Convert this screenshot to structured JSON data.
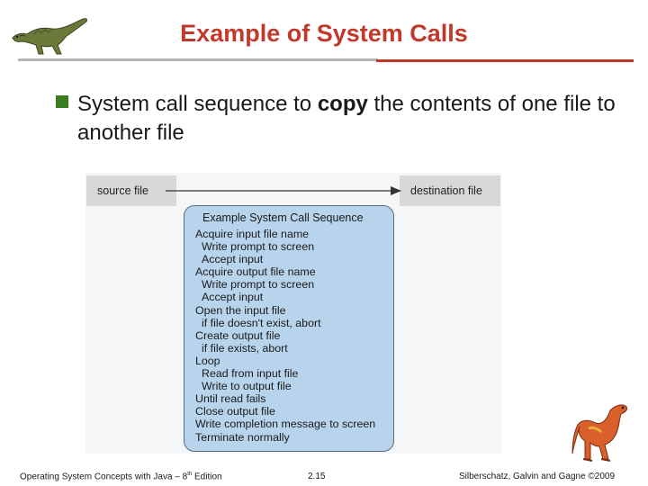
{
  "slide": {
    "title": "Example of System Calls",
    "bullet": {
      "before": "System call sequence to ",
      "bold": "copy",
      "after": " the contents of one file to another file"
    }
  },
  "diagram": {
    "source_label": "source file",
    "destination_label": "destination  file",
    "sequence_title": "Example System Call Sequence",
    "steps": [
      {
        "text": "Acquire input file name",
        "indent": false
      },
      {
        "text": "Write prompt to screen",
        "indent": true
      },
      {
        "text": "Accept input",
        "indent": true
      },
      {
        "text": "Acquire output file name",
        "indent": false
      },
      {
        "text": "Write prompt to screen",
        "indent": true
      },
      {
        "text": "Accept input",
        "indent": true
      },
      {
        "text": "Open the input file",
        "indent": false
      },
      {
        "text": "if file doesn't exist, abort",
        "indent": true
      },
      {
        "text": "Create output file",
        "indent": false
      },
      {
        "text": "if file exists, abort",
        "indent": true
      },
      {
        "text": "Loop",
        "indent": false
      },
      {
        "text": "Read from input file",
        "indent": true
      },
      {
        "text": "Write to output file",
        "indent": true
      },
      {
        "text": "Until read fails",
        "indent": false
      },
      {
        "text": "Close output file",
        "indent": false
      },
      {
        "text": "Write completion message to screen",
        "indent": false
      },
      {
        "text": "Terminate normally",
        "indent": false
      }
    ]
  },
  "footer": {
    "left_main": "Operating System Concepts  with Java – 8",
    "left_sup": "th",
    "left_tail": " Edition",
    "page": "2.15",
    "right": "Silberschatz, Galvin and Gagne ©2009"
  },
  "colors": {
    "title": "#c0392b",
    "bullet": "#3a7d1e",
    "sequence_box": "#b7d4ec",
    "file_box": "#d8d8d8"
  }
}
